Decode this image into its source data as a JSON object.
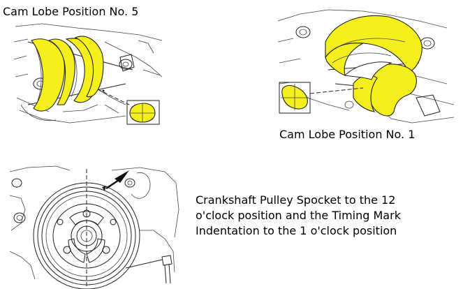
{
  "labels": {
    "cam_lobe_5": "Cam Lobe Position No. 5",
    "cam_lobe_1": "Cam Lobe Position No. 1",
    "crank_line_1": "Crankshaft Pulley Spocket to the 12",
    "crank_line_2": "o'clock position and the Timing Mark",
    "crank_line_3": "Indentation to the 1 o'clock position"
  },
  "colors": {
    "highlight": "#f5ef1e",
    "line": "#222222",
    "background": "#ffffff"
  },
  "icons": [
    "timing-arrow-icon"
  ]
}
